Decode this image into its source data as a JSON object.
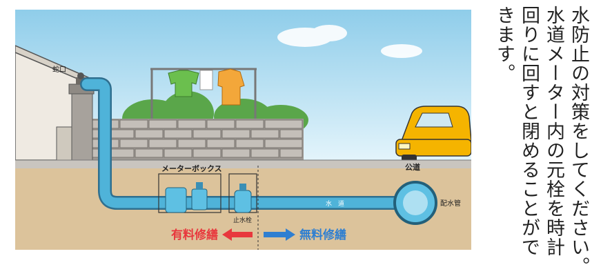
{
  "illustration": {
    "labels": {
      "faucet": "蛇口",
      "meter_box": "メーターボックス",
      "road": "公道",
      "water_text": "水　道",
      "distribution_pipe": "配水管",
      "stop_valve": "止水栓",
      "paid_repair": "有料修繕",
      "free_repair": "無料修繕"
    },
    "colors": {
      "sky": "#bfe3f4",
      "ground": "#d9bf94",
      "pipe": "#4fb3d9",
      "paid": "#e8383d",
      "free": "#2f7fd1",
      "car": "#f5b400",
      "wall": "#b8b3ad"
    }
  },
  "text": {
    "lines": [
      "水防止の対策をしてください。",
      "水道メーター内の元栓を時計",
      "回りに回すと閉めることがで",
      "きます。"
    ]
  }
}
